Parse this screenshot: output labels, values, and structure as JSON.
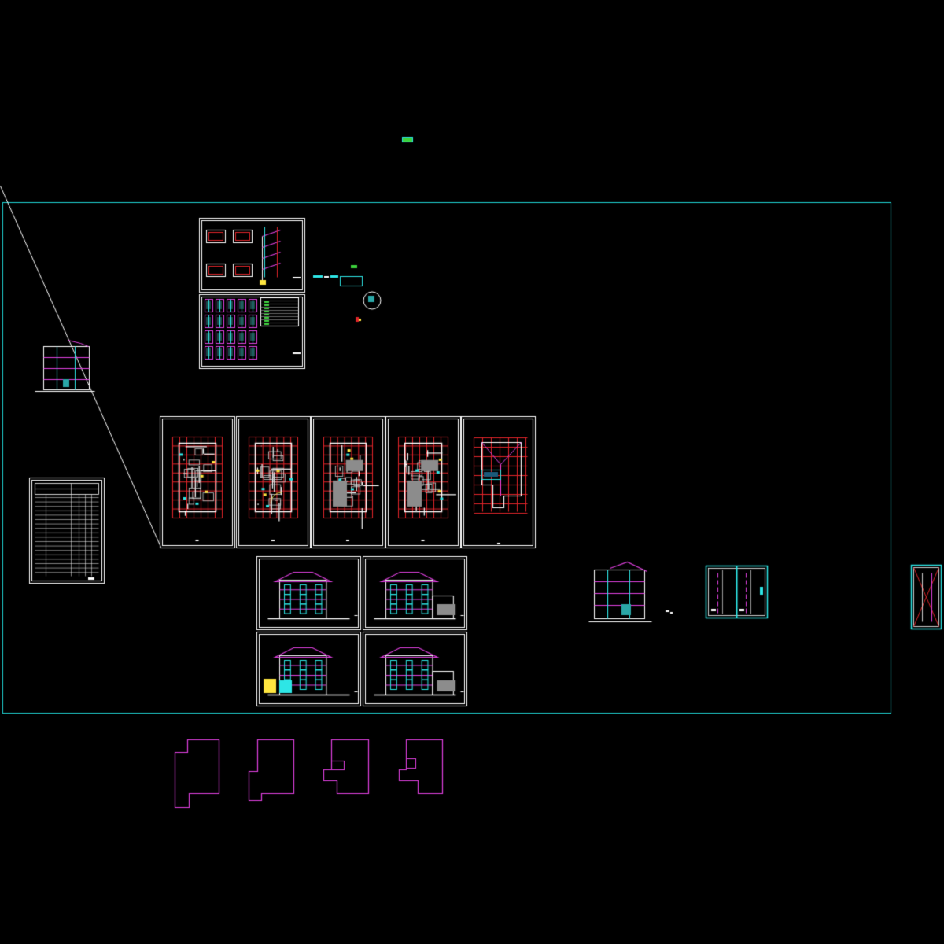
{
  "viewport": {
    "background": "#000000"
  },
  "colors": {
    "boundary": "#1fd3d3",
    "sheet_border": "#ffffff",
    "grid": "#e0242a",
    "wall": "#ffffff",
    "magenta": "#e040e0",
    "cyan": "#2ee6e6",
    "yellow": "#ffe640",
    "green": "#3cd23c",
    "gray": "#8c8c8c"
  },
  "drawing": {
    "sheets": [
      {
        "kind": "detail-sheet",
        "name": "stair-detail-sheet"
      },
      {
        "kind": "window-schedule-sheet",
        "name": "window-schedule-sheet"
      },
      {
        "kind": "floor-plan",
        "name": "floor-plan-1"
      },
      {
        "kind": "floor-plan",
        "name": "floor-plan-2"
      },
      {
        "kind": "floor-plan",
        "name": "floor-plan-3"
      },
      {
        "kind": "floor-plan",
        "name": "floor-plan-4"
      },
      {
        "kind": "roof-plan",
        "name": "roof-plan"
      },
      {
        "kind": "elevation",
        "name": "elevation-front"
      },
      {
        "kind": "elevation",
        "name": "elevation-side-right"
      },
      {
        "kind": "elevation",
        "name": "elevation-rear"
      },
      {
        "kind": "elevation",
        "name": "elevation-side-left"
      },
      {
        "kind": "drawing-index-table",
        "name": "drawing-index-sheet"
      },
      {
        "kind": "section",
        "name": "section-left"
      },
      {
        "kind": "section",
        "name": "section-right"
      },
      {
        "kind": "wall-detail",
        "name": "wall-detail-sheet"
      },
      {
        "kind": "wall-detail",
        "name": "wall-detail-narrow"
      }
    ],
    "footprint_outlines": 4
  }
}
